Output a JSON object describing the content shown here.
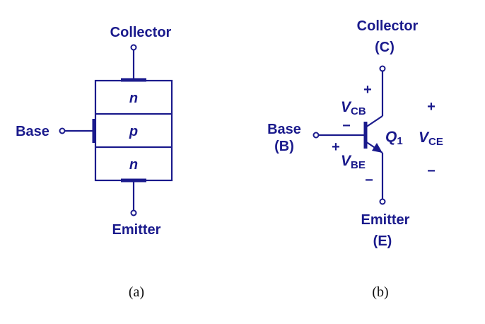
{
  "diagram_a": {
    "collector_label": "Collector",
    "base_label": "Base",
    "emitter_label": "Emitter",
    "layers": [
      "n",
      "p",
      "n"
    ],
    "caption": "(a)"
  },
  "diagram_b": {
    "collector_label": "Collector",
    "collector_abbr": "(C)",
    "base_label": "Base",
    "base_abbr": "(B)",
    "emitter_label": "Emitter",
    "emitter_abbr": "(E)",
    "transistor_name": "Q",
    "transistor_sub": "1",
    "vcb": {
      "symbol": "V",
      "sub": "CB",
      "plus": "+",
      "minus": "−"
    },
    "vbe": {
      "symbol": "V",
      "sub": "BE",
      "plus": "+",
      "minus": "−"
    },
    "vce": {
      "symbol": "V",
      "sub": "CE",
      "plus": "+",
      "minus": "−"
    },
    "caption": "(b)"
  },
  "colors": {
    "ink": "#1a1a8c",
    "caption": "#111111"
  }
}
